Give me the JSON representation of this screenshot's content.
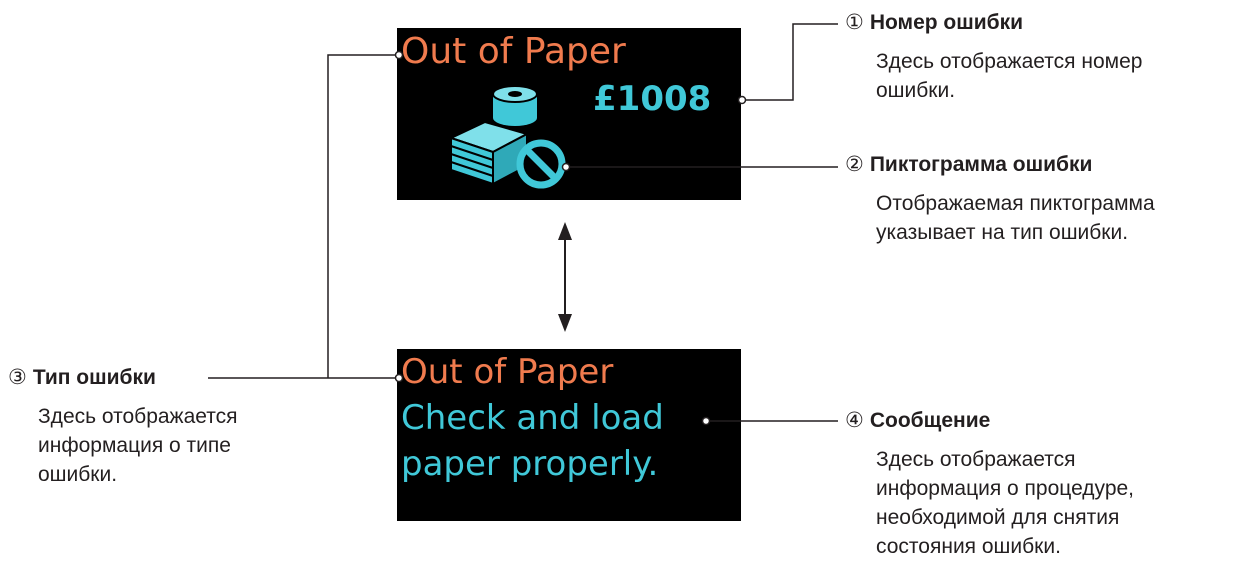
{
  "screen_top": {
    "error_type": "Out of Paper",
    "error_number": "£1008"
  },
  "screen_bottom": {
    "error_type": "Out of Paper",
    "message_line1": "Check and load",
    "message_line2": "paper properly."
  },
  "callouts": {
    "c1": {
      "num": "①",
      "title": "Номер ошибки",
      "desc": [
        "Здесь отображается номер",
        "ошибки."
      ]
    },
    "c2": {
      "num": "②",
      "title": "Пиктограмма ошибки",
      "desc": [
        "Отображаемая пиктограмма",
        "указывает на тип ошибки."
      ]
    },
    "c3": {
      "num": "③",
      "title": "Тип ошибки",
      "desc": [
        "Здесь отображается",
        "информация о типе",
        "ошибки."
      ]
    },
    "c4": {
      "num": "④",
      "title": "Сообщение",
      "desc": [
        "Здесь отображается",
        "информация о процедуре,",
        "необходимой для снятия",
        "состояния ошибки."
      ]
    }
  },
  "icons": {
    "screen_icon": "paper-roll-stack-prohibited-icon",
    "arrow": "double-headed-arrow-icon"
  },
  "colors": {
    "lcd_bg": "#000000",
    "error_type": "#f07b4e",
    "lcd_text": "#40c8d8",
    "leader_line": "#231f20"
  }
}
